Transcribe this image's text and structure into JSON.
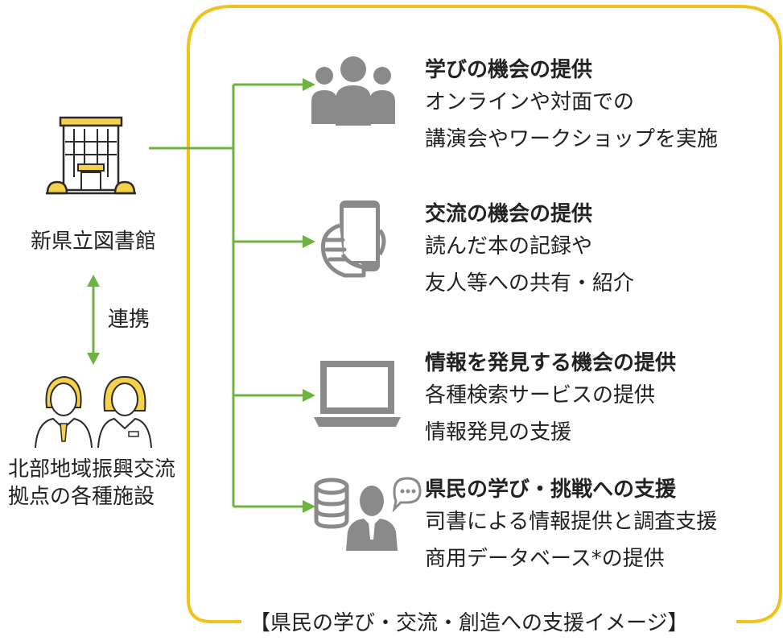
{
  "colors": {
    "frame": "#F0C21A",
    "connector": "#6CB33F",
    "icon_gray": "#8A8A8A",
    "building_fill": "#F6D24A",
    "building_line": "#2B2B2B"
  },
  "library": {
    "name": "新県立図書館",
    "icon": "library-building-icon"
  },
  "link": {
    "label": "連携"
  },
  "facilities": {
    "line1": "北部地域振興交流",
    "line2": "拠点の各種施設",
    "icon": "staff-people-icon"
  },
  "services": [
    {
      "icon": "people-group-icon",
      "title": "学びの機会の提供",
      "lines": [
        "オンラインや対面での",
        "講演会やワークショップを実施"
      ]
    },
    {
      "icon": "smartphone-hand-icon",
      "title": "交流の機会の提供",
      "lines": [
        "読んだ本の記録や",
        "友人等への共有・紹介"
      ]
    },
    {
      "icon": "laptop-icon",
      "title": "情報を発見する機会の提供",
      "lines": [
        "各種検索サービスの提供",
        "情報発見の支援"
      ]
    },
    {
      "icon": "database-consultant-icon",
      "title": "県民の学び・挑戦への支援",
      "lines": [
        "司書による情報提供と調査支援",
        "商用データベース*の提供"
      ]
    }
  ],
  "caption": "【県民の学び・交流・創造への支援イメージ】"
}
